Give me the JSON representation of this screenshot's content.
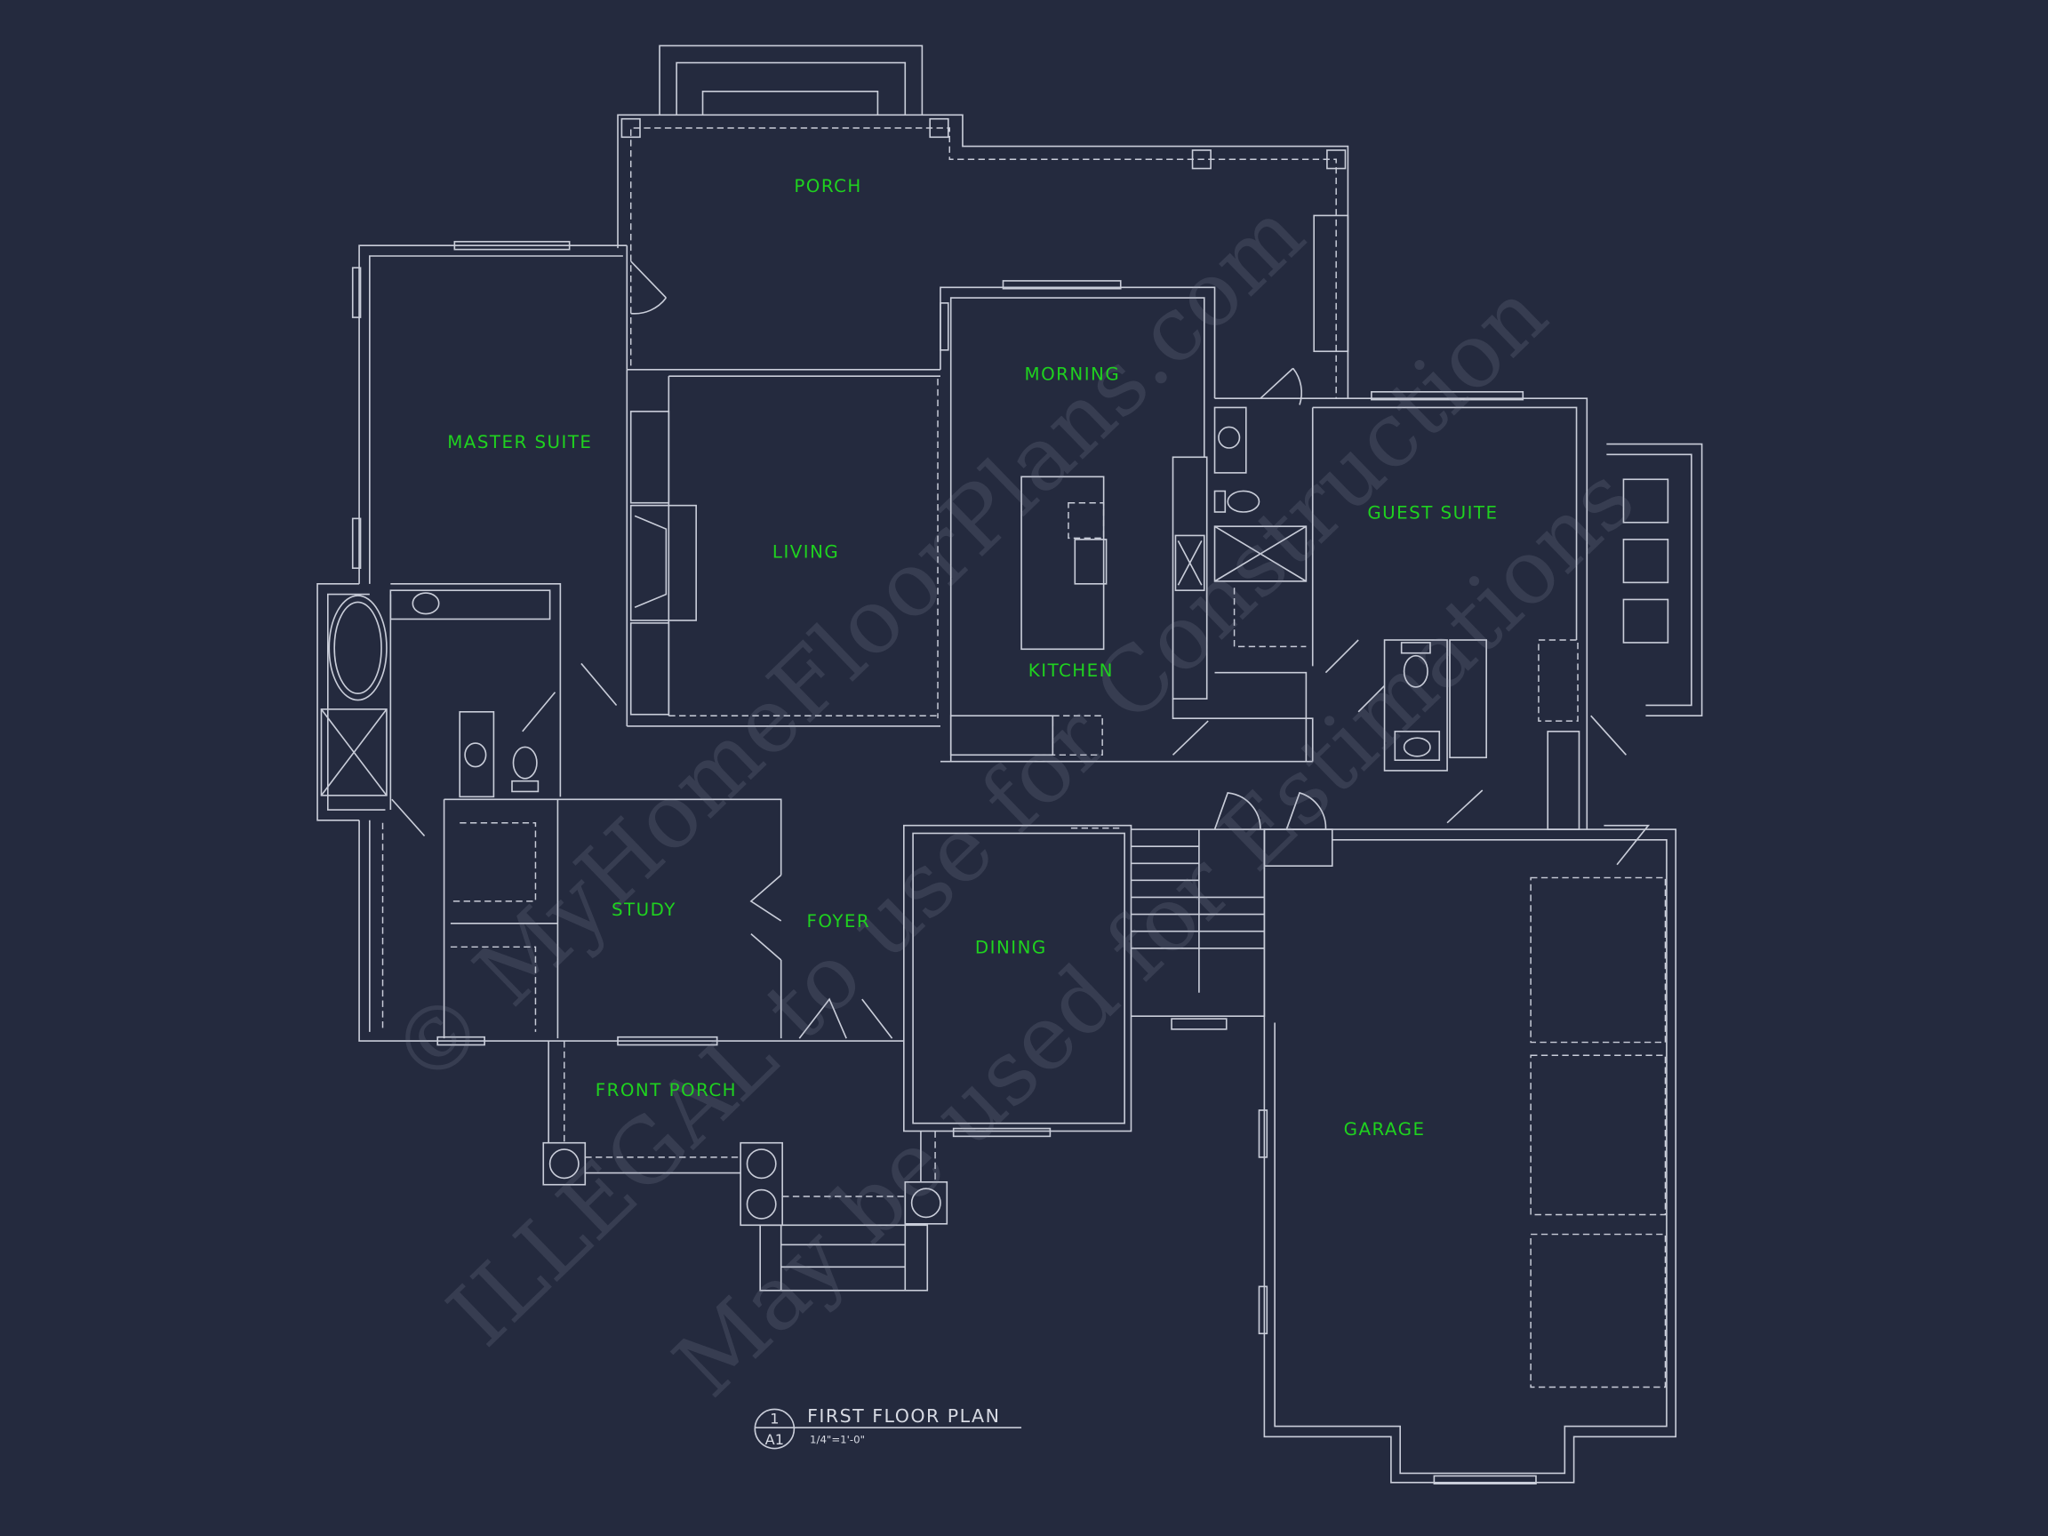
{
  "colors": {
    "background": "#242a3e",
    "walls": "#c9cdd9",
    "room_labels": "#1fd21f"
  },
  "rooms": {
    "porch": "PORCH",
    "master_suite": "MASTER SUITE",
    "living": "LIVING",
    "morning": "MORNING",
    "kitchen": "KITCHEN",
    "guest_suite": "GUEST SUITE",
    "study": "STUDY",
    "foyer": "FOYER",
    "dining": "DINING",
    "front_porch": "FRONT PORCH",
    "garage": "GARAGE"
  },
  "title_block": {
    "detail_number": "1",
    "sheet": "A1",
    "title": "FIRST FLOOR PLAN",
    "scale": "1/4\"=1'-0\""
  },
  "watermark": {
    "line1": "© MyHomeFloorPlans.com",
    "line2": "ILLEGAL to use for Construction",
    "line3": "May be used for Estimations"
  }
}
